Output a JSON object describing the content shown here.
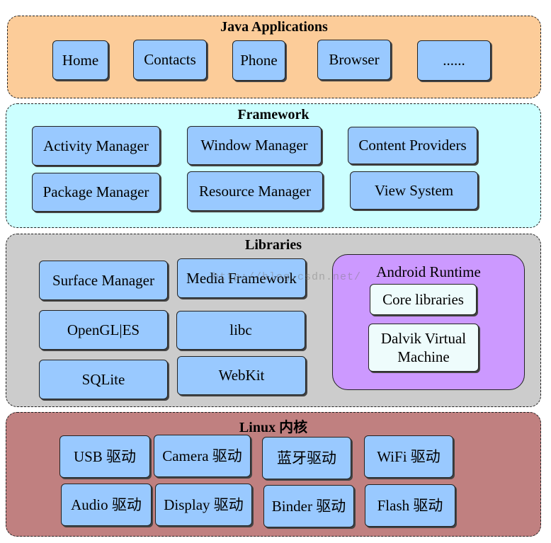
{
  "layers": {
    "applications": {
      "title": "Java Applications",
      "items": [
        "Home",
        "Contacts",
        "Phone",
        "Browser",
        "......"
      ]
    },
    "framework": {
      "title": "Framework",
      "items": [
        "Activity Manager",
        "Window Manager",
        "Content Providers",
        "Package Manager",
        "Resource Manager",
        "View System"
      ]
    },
    "libraries": {
      "title": "Libraries",
      "items": [
        "Surface Manager",
        "Media Framework",
        "OpenGL|ES",
        "libc",
        "SQLite",
        "WebKit"
      ],
      "runtime": {
        "title": "Android Runtime",
        "core": "Core libraries",
        "dalvik_line1": "Dalvik Virtual",
        "dalvik_line2": "Machine"
      }
    },
    "kernel": {
      "title": "Linux 内核",
      "items": [
        "USB  驱动",
        "Camera 驱动",
        "蓝牙驱动",
        "WiFi 驱动",
        "Audio 驱动",
        "Display 驱动",
        "Binder 驱动",
        "Flash 驱动"
      ]
    }
  },
  "watermark": "http://blog.csdn.net/",
  "colors": {
    "applications_bg": "#fccc99",
    "framework_bg": "#ccffff",
    "libraries_bg": "#cccccc",
    "kernel_bg": "#c08080",
    "box_bg": "#99c9ff",
    "runtime_bg": "#cc99ff"
  }
}
